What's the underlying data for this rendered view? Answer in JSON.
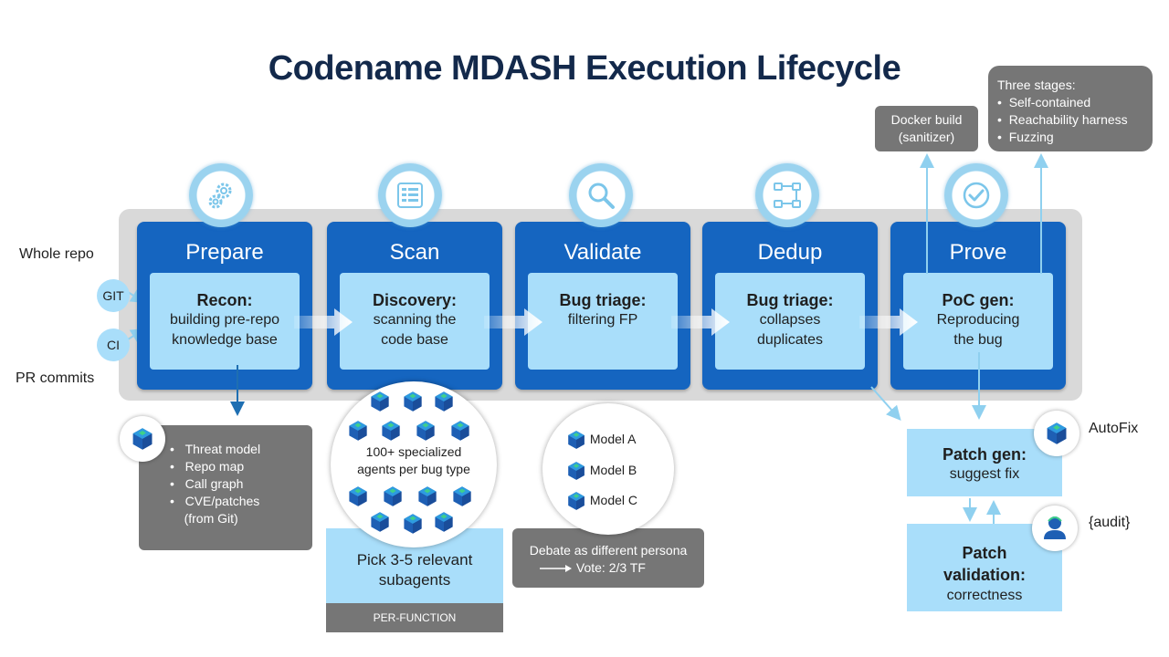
{
  "title": "Codename MDASH Execution Lifecycle",
  "inputs": {
    "whole_repo": "Whole repo",
    "pr_commits": "PR commits",
    "git": "GIT",
    "ci": "CI"
  },
  "phases": [
    {
      "name": "Prepare",
      "icon": "gears-icon",
      "task": "Recon:",
      "desc1": "building pre-repo",
      "desc2": "knowledge base"
    },
    {
      "name": "Scan",
      "icon": "list-icon",
      "task": "Discovery:",
      "desc1": "scanning the",
      "desc2": "code base"
    },
    {
      "name": "Validate",
      "icon": "magnifier-icon",
      "task": "Bug triage:",
      "desc1": "filtering FP",
      "desc2": ""
    },
    {
      "name": "Dedup",
      "icon": "flow-icon",
      "task": "Bug triage:",
      "desc1": "collapses",
      "desc2": "duplicates"
    },
    {
      "name": "Prove",
      "icon": "checkmark-icon",
      "task": "PoC gen:",
      "desc1": "Reproducing",
      "desc2": "the bug"
    }
  ],
  "recon_outputs": [
    "Threat model",
    "Repo map",
    "Call graph",
    "CVE/patches",
    "(from Git)"
  ],
  "scan": {
    "agents_line1": "100+ specialized",
    "agents_line2": "agents per bug type",
    "pick_line1": "Pick 3-5 relevant",
    "pick_line2": "subagents",
    "per_function": "PER-FUNCTION"
  },
  "validate": {
    "models": [
      "Model A",
      "Model B",
      "Model C"
    ],
    "debate": "Debate as different persona",
    "vote": "Vote: 2/3 TF"
  },
  "prove": {
    "docker_line1": "Docker build",
    "docker_line2": "(sanitizer)",
    "stages_title": "Three stages:",
    "stages": [
      "Self-contained",
      "Reachability harness",
      "Fuzzing"
    ]
  },
  "patch_gen": {
    "title": "Patch gen:",
    "desc": "suggest fix",
    "side_label": "AutoFix"
  },
  "patch_validation": {
    "title1": "Patch",
    "title2": "validation:",
    "desc": "correctness",
    "side_label": "{audit}"
  },
  "colors": {
    "phase_blue": "#1565c0",
    "light_blue": "#a9defa",
    "gray": "#767676",
    "title": "#13294b"
  }
}
